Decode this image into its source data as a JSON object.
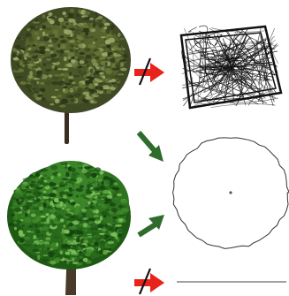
{
  "figure": {
    "colors": {
      "red_arrow": "#e8231c",
      "green_arrow": "#2f6b2c",
      "strike_line": "#111111",
      "tree_top_dark": "#3f4a24",
      "tree_top_mid": "#6b7a3a",
      "tree_top_light": "#9aa867",
      "tree_bottom_dark": "#1f5a14",
      "tree_bottom_mid": "#3e8a2a",
      "tree_bottom_light": "#7cc15a",
      "trunk": "#3a2d22",
      "sketch_stroke": "#111111",
      "outline_stroke": "#333333"
    },
    "items": {
      "top_tree": "olive-canopy-tree-image",
      "bottom_tree": "green-broadleaf-tree-image",
      "scribble_result": "messy-box-scribble-drawing",
      "circle_result": "round-canopy-outline",
      "flat_result": "flat-horizontal-line"
    }
  }
}
